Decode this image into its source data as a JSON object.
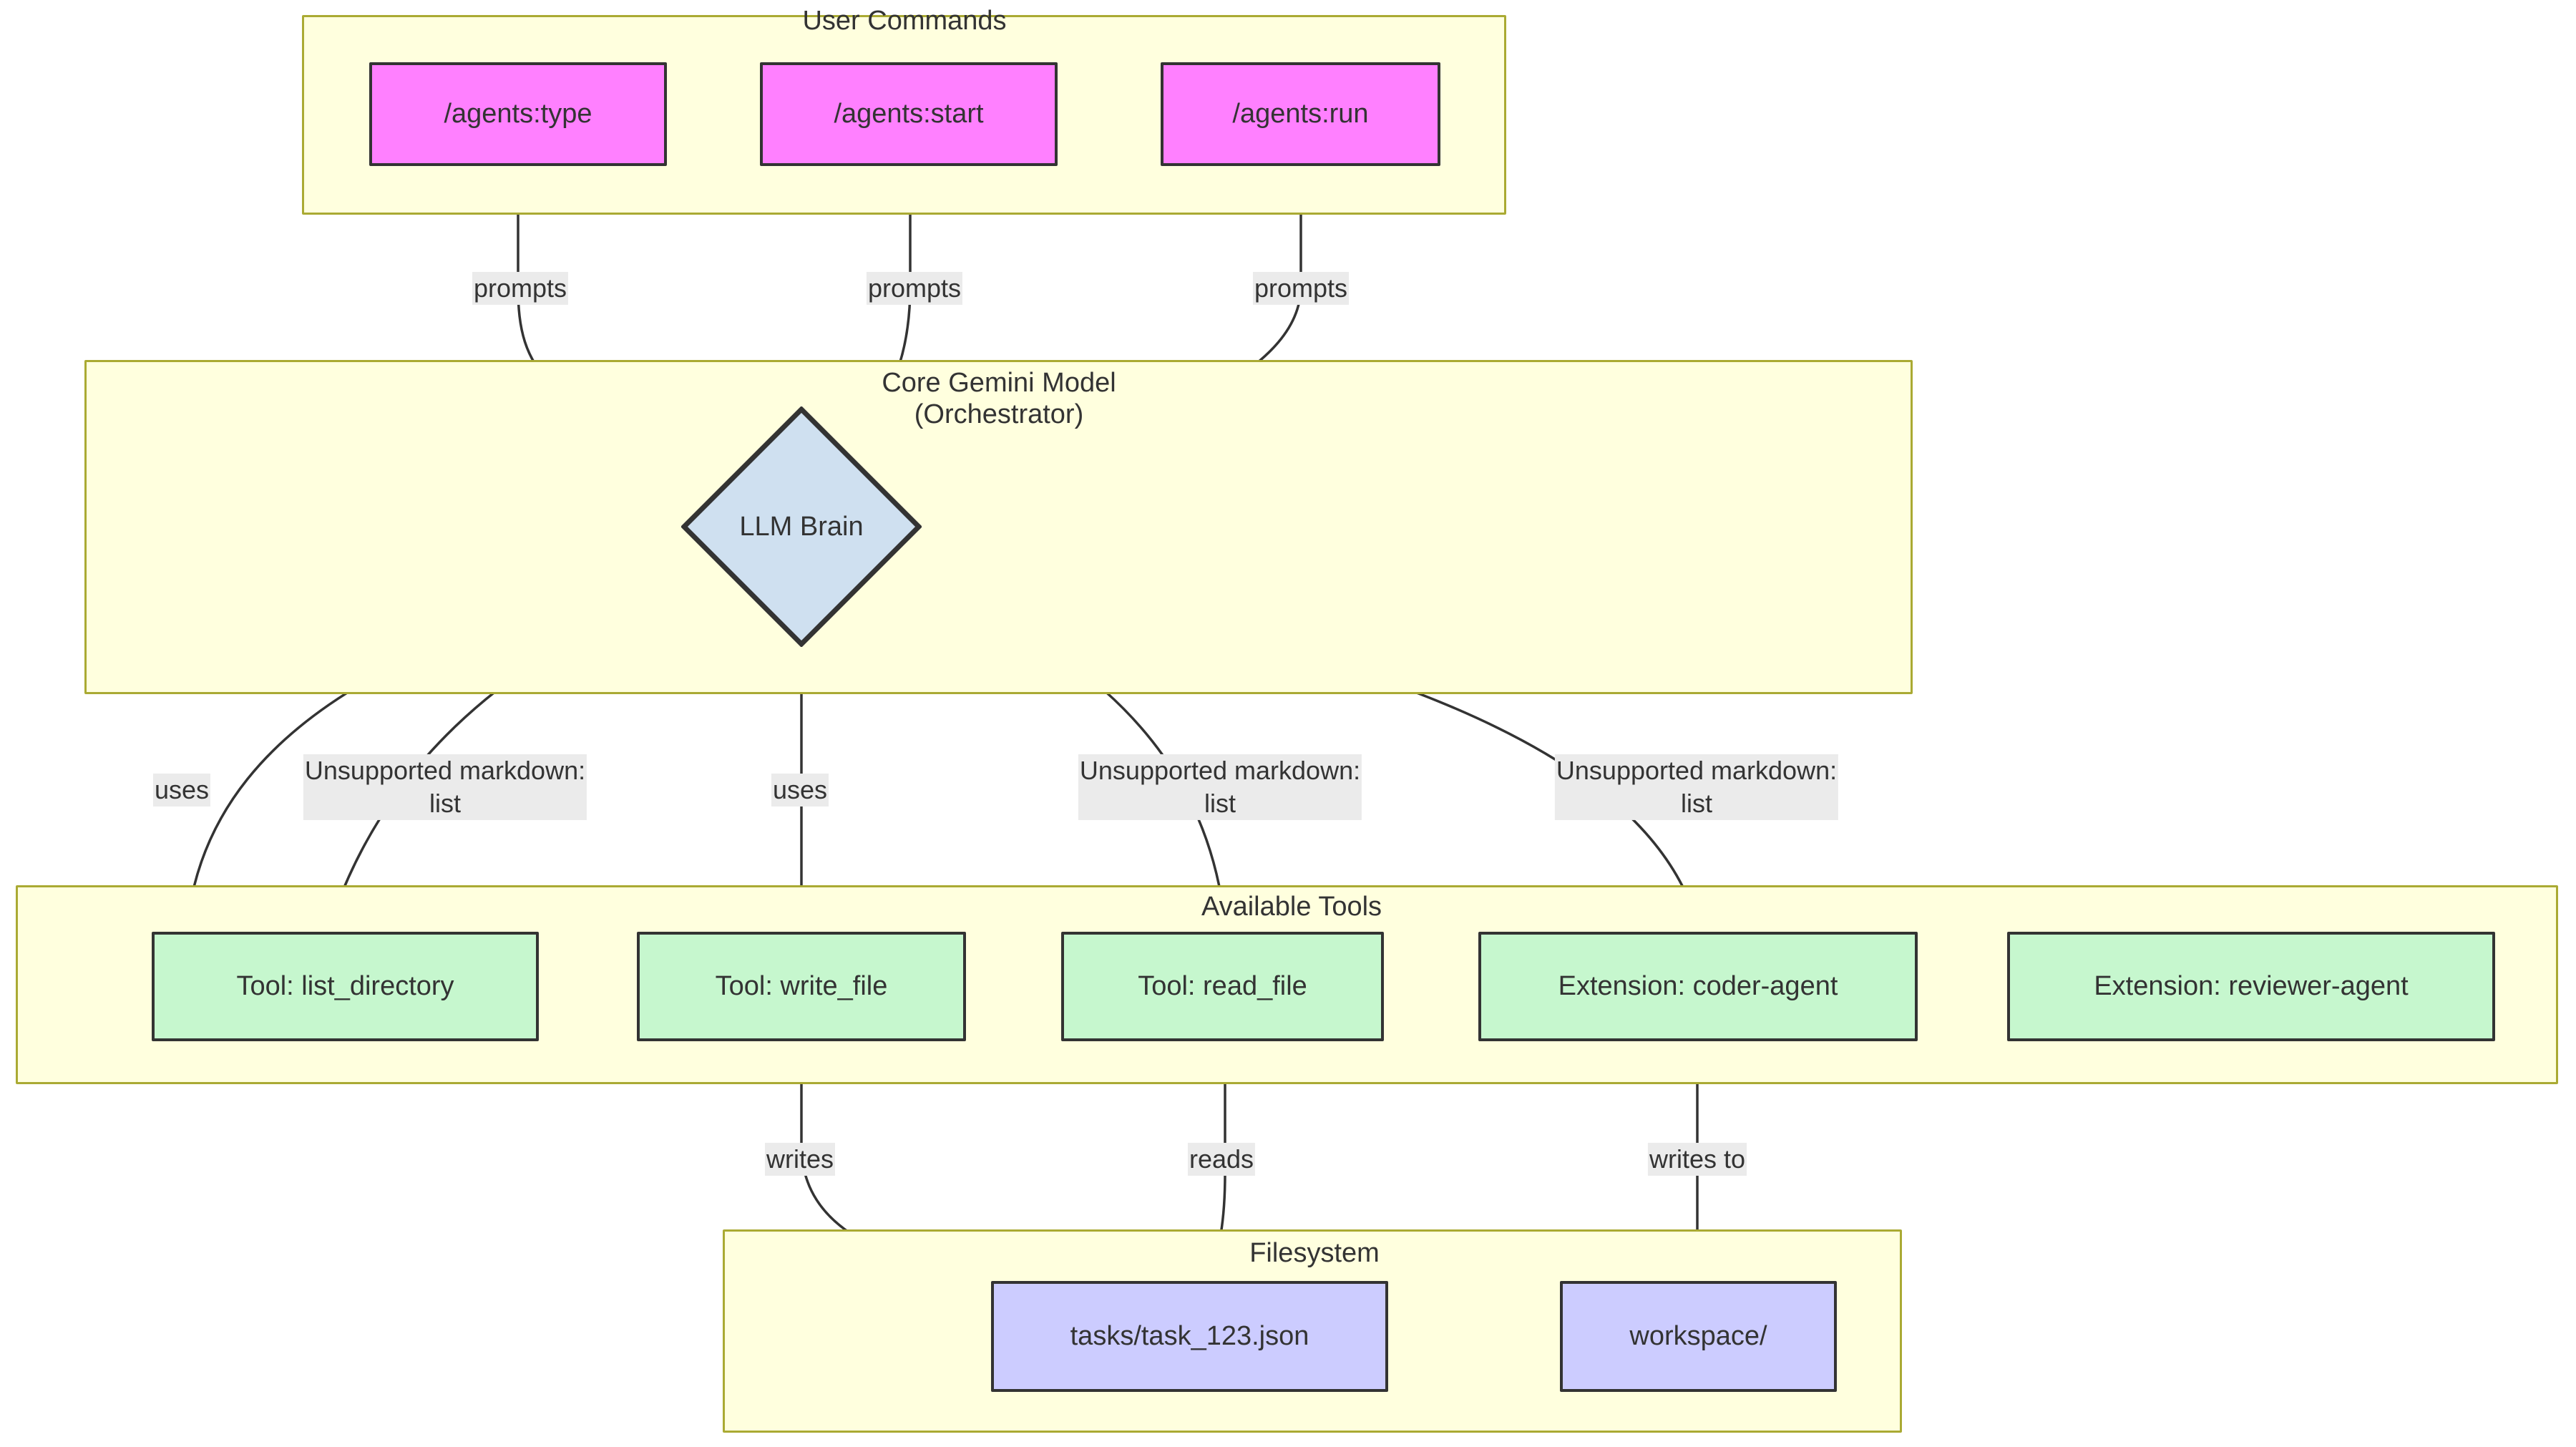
{
  "diagram": {
    "type": "flowchart",
    "direction": "top-down",
    "title_visible": false,
    "colors": {
      "cluster_fill": "#ffffde",
      "cluster_stroke": "#aaaa33",
      "command_fill": "#ff80ff",
      "tool_fill": "#c6f7ce",
      "filesystem_fill": "#ccccff",
      "brain_fill": "#cfe0f0",
      "node_stroke": "#333333",
      "edge_label_bg": "#ebebeb",
      "text": "#333333"
    }
  },
  "clusters": {
    "user_commands": {
      "title": "User Commands",
      "nodes": [
        {
          "id": "cmd-type",
          "label": "/agents:type"
        },
        {
          "id": "cmd-start",
          "label": "/agents:start"
        },
        {
          "id": "cmd-run",
          "label": "/agents:run"
        }
      ]
    },
    "core_model": {
      "title_line1": "Core Gemini Model",
      "title_line2": "(Orchestrator)",
      "nodes": [
        {
          "id": "llm-brain",
          "label": "LLM Brain",
          "shape": "diamond"
        }
      ]
    },
    "available_tools": {
      "title": "Available Tools",
      "nodes": [
        {
          "id": "tool-list-directory",
          "label": "Tool: list_directory"
        },
        {
          "id": "tool-write-file",
          "label": "Tool: write_file"
        },
        {
          "id": "tool-read-file",
          "label": "Tool: read_file"
        },
        {
          "id": "ext-coder-agent",
          "label": "Extension: coder-agent"
        },
        {
          "id": "ext-reviewer-agent",
          "label": "Extension: reviewer-agent"
        }
      ]
    },
    "filesystem": {
      "title": "Filesystem",
      "nodes": [
        {
          "id": "fs-task-json",
          "label": "tasks/task_123.json"
        },
        {
          "id": "fs-workspace",
          "label": "workspace/"
        }
      ]
    }
  },
  "edge_labels": {
    "prompts_1": "prompts",
    "prompts_2": "prompts",
    "prompts_3": "prompts",
    "uses_1": "uses",
    "unsupported_1": "Unsupported markdown:\nlist",
    "uses_2": "uses",
    "unsupported_2": "Unsupported markdown:\nlist",
    "unsupported_3": "Unsupported markdown:\nlist",
    "writes": "writes",
    "reads": "reads",
    "writes_to": "writes to"
  },
  "edges": [
    {
      "from": "cmd-type",
      "to": "llm-brain",
      "label": "prompts"
    },
    {
      "from": "cmd-start",
      "to": "llm-brain",
      "label": "prompts"
    },
    {
      "from": "cmd-run",
      "to": "llm-brain",
      "label": "prompts"
    },
    {
      "from": "llm-brain",
      "to": "tool-list-directory",
      "label": "uses"
    },
    {
      "from": "llm-brain",
      "to": "tool-list-directory",
      "label": "Unsupported markdown: list"
    },
    {
      "from": "llm-brain",
      "to": "tool-write-file",
      "label": "uses"
    },
    {
      "from": "llm-brain",
      "to": "tool-read-file",
      "label": "Unsupported markdown: list"
    },
    {
      "from": "llm-brain",
      "to": "ext-coder-agent",
      "label": "Unsupported markdown: list"
    },
    {
      "from": "tool-write-file",
      "to": "fs-task-json",
      "label": "writes"
    },
    {
      "from": "tool-read-file",
      "to": "fs-task-json",
      "label": "reads"
    },
    {
      "from": "ext-coder-agent",
      "to": "fs-workspace",
      "label": "writes to"
    }
  ]
}
